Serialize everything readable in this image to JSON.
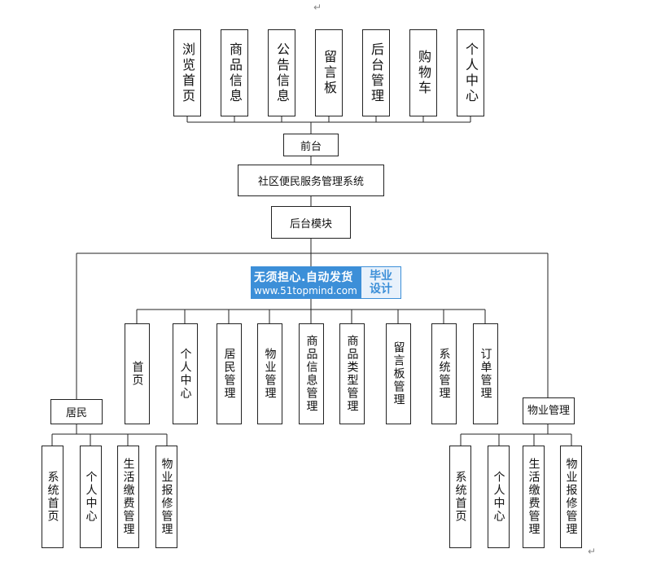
{
  "frontend": {
    "items": [
      "浏览首页",
      "商品信息",
      "公告信息",
      "留言板",
      "后台管理",
      "购物车",
      "个人中心"
    ],
    "label": "前台"
  },
  "system": {
    "label": "社区便民服务管理系统"
  },
  "backend": {
    "label": "后台模块",
    "items": [
      "首页",
      "个人中心",
      "居民管理",
      "物业管理",
      "商品信息管理",
      "商品类型管理",
      "留言板管理",
      "系统管理",
      "订单管理"
    ]
  },
  "resident": {
    "label": "居民",
    "items": [
      "系统首页",
      "个人中心",
      "生活缴费管理",
      "物业报修管理"
    ]
  },
  "property": {
    "label": "物业管理",
    "items": [
      "系统首页",
      "个人中心",
      "生活缴费管理",
      "物业报修管理"
    ]
  },
  "watermark": {
    "line1": "无须担心.自动发货",
    "line2": "www.51topmind.com",
    "side_line1": "毕业",
    "side_line2": "设计"
  },
  "marks": {
    "pilcrow": "↵"
  }
}
